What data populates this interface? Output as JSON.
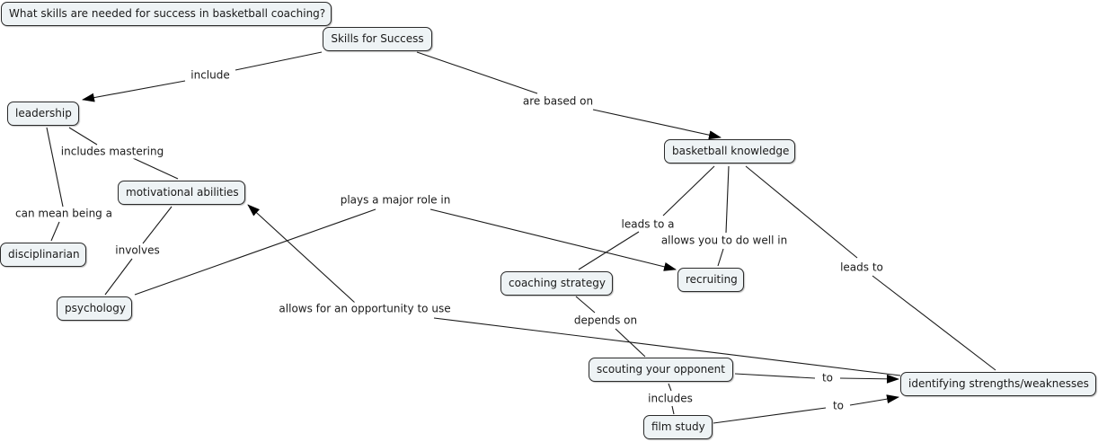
{
  "focus_question": "What skills are needed for success in basketball coaching?",
  "concepts": {
    "skills": "Skills for Success",
    "leadership": "leadership",
    "motivational": "motivational abilities",
    "disciplinarian": "disciplinarian",
    "psychology": "psychology",
    "bball": "basketball knowledge",
    "coaching": "coaching strategy",
    "recruiting": "recruiting",
    "scouting": "scouting your opponent",
    "film": "film study",
    "identifying": "identifying strengths/weaknesses"
  },
  "links": [
    {
      "id": "include",
      "label": "include",
      "from": "skills",
      "to": "leadership",
      "arrow": true
    },
    {
      "id": "based-on",
      "label": "are based on",
      "from": "skills",
      "to": "bball",
      "arrow": true
    },
    {
      "id": "includes-mastering",
      "label": "includes mastering",
      "from": "leadership",
      "to": "motivational",
      "arrow": false
    },
    {
      "id": "can-mean",
      "label": "can mean being a",
      "from": "leadership",
      "to": "disciplinarian",
      "arrow": false
    },
    {
      "id": "involves",
      "label": "involves",
      "from": "motivational",
      "to": "psychology",
      "arrow": false
    },
    {
      "id": "major-role",
      "label": "plays a major role in",
      "from": "psychology",
      "to": "recruiting",
      "arrow": true
    },
    {
      "id": "opportunity",
      "label": "allows for an opportunity to use",
      "from": "identifying",
      "to": "motivational",
      "arrow": true
    },
    {
      "id": "leads-to-a",
      "label": "leads to a",
      "from": "bball",
      "to": "coaching",
      "arrow": false
    },
    {
      "id": "do-well",
      "label": "allows you to do well in",
      "from": "bball",
      "to": "recruiting",
      "arrow": false
    },
    {
      "id": "leads-to",
      "label": "leads to",
      "from": "bball",
      "to": "identifying",
      "arrow": false
    },
    {
      "id": "depends-on",
      "label": "depends on",
      "from": "coaching",
      "to": "scouting",
      "arrow": false
    },
    {
      "id": "includes",
      "label": "includes",
      "from": "scouting",
      "to": "film",
      "arrow": false
    },
    {
      "id": "to-1",
      "label": "to",
      "from": "scouting",
      "to": "identifying",
      "arrow": true
    },
    {
      "id": "to-2",
      "label": "to",
      "from": "film",
      "to": "identifying",
      "arrow": true
    }
  ]
}
